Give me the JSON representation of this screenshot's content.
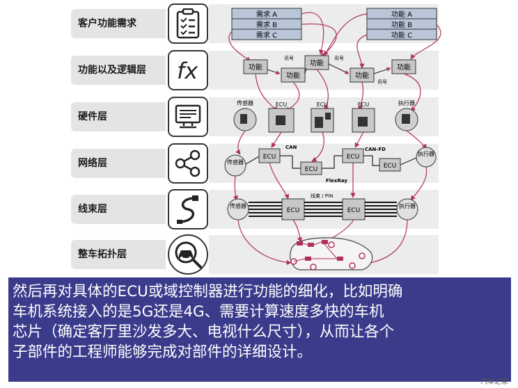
{
  "layers": [
    {
      "label": "客户功能需求",
      "icon": "clipboard-checklist-icon"
    },
    {
      "label": "功能以及逻辑层",
      "icon": "function-fx-icon"
    },
    {
      "label": "硬件层",
      "icon": "computer-monitor-icon"
    },
    {
      "label": "网络层",
      "icon": "share-network-icon"
    },
    {
      "label": "线束层",
      "icon": "cable-icon"
    },
    {
      "label": "整车拓扑层",
      "icon": "car-magnifier-icon"
    }
  ],
  "requirements": {
    "needs": [
      "需求 A",
      "需求 B",
      "需求 C"
    ],
    "functions": [
      "功能 A",
      "功能 B",
      "功能 C"
    ]
  },
  "logic": {
    "function_label": "功能",
    "signal_label": "讯号"
  },
  "hardware": {
    "sensor": "传感器",
    "ecu": "ECU",
    "actuator": "执行器"
  },
  "network": {
    "sensor": "传感器",
    "ecu": "ECU",
    "actuator": "执行器",
    "can": "CAN",
    "canfd": "CAN-FD",
    "flexray": "FlexRay"
  },
  "harness": {
    "sensor": "传感器",
    "ecu": "ECU",
    "actuator": "执行器",
    "wire_label": "线束 / PIN"
  },
  "caption": [
    "然后再对具体的ECU或域控制器进行功能的细化，比如明确",
    "车机系统接入的是5G还是4G、需要计算速度多快的车机",
    "芯片（确定客厅里沙发多大、电视什么尺寸），从而让各个",
    "子部件的工程师能够完成对部件的详细设计。"
  ],
  "watermark": "汽车之家",
  "colors": {
    "caption_bg": "#3b3b8c",
    "arrow": "#b0305a",
    "box_blue": "#b8c6d8",
    "ecu_gray": "#c8c8c8"
  }
}
